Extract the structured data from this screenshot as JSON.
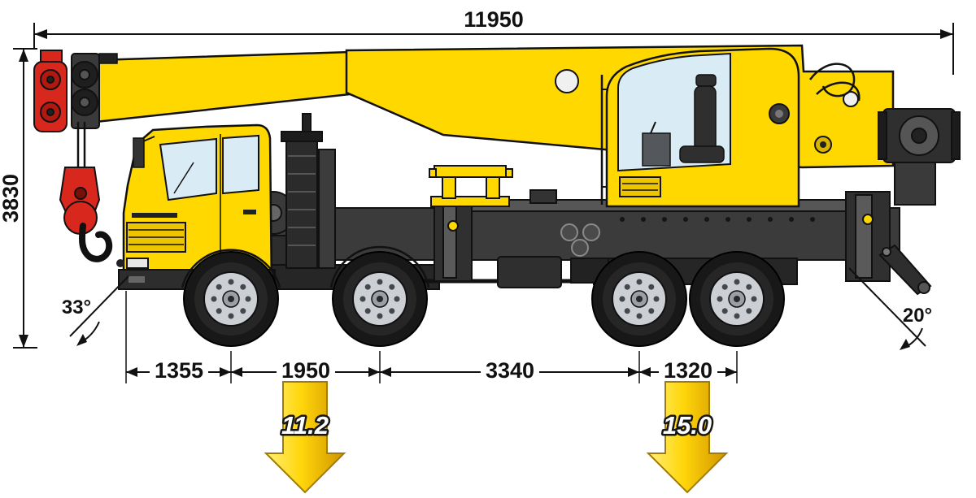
{
  "colors": {
    "body_yellow": "#FFD800",
    "outline_black": "#111111",
    "hook_red": "#D8271C",
    "glass_blue": "#D9EBF5",
    "chassis_gray": "#3B3B3B",
    "rim_gray": "#CCD0D4",
    "arrow_yellow_light": "#FFEF77",
    "arrow_yellow_dark": "#D29400"
  },
  "dimensions": {
    "overall_length": "11950",
    "overall_height": "3830",
    "front_overhang_to_axle1": "1355",
    "axle1_to_axle2": "1950",
    "axle2_to_axle3": "3340",
    "axle3_to_axle4": "1320"
  },
  "angles": {
    "front_approach": "33°",
    "rear_departure": "20°"
  },
  "axle_loads": {
    "front_bogie": "11.2",
    "rear_bogie": "15.0"
  }
}
